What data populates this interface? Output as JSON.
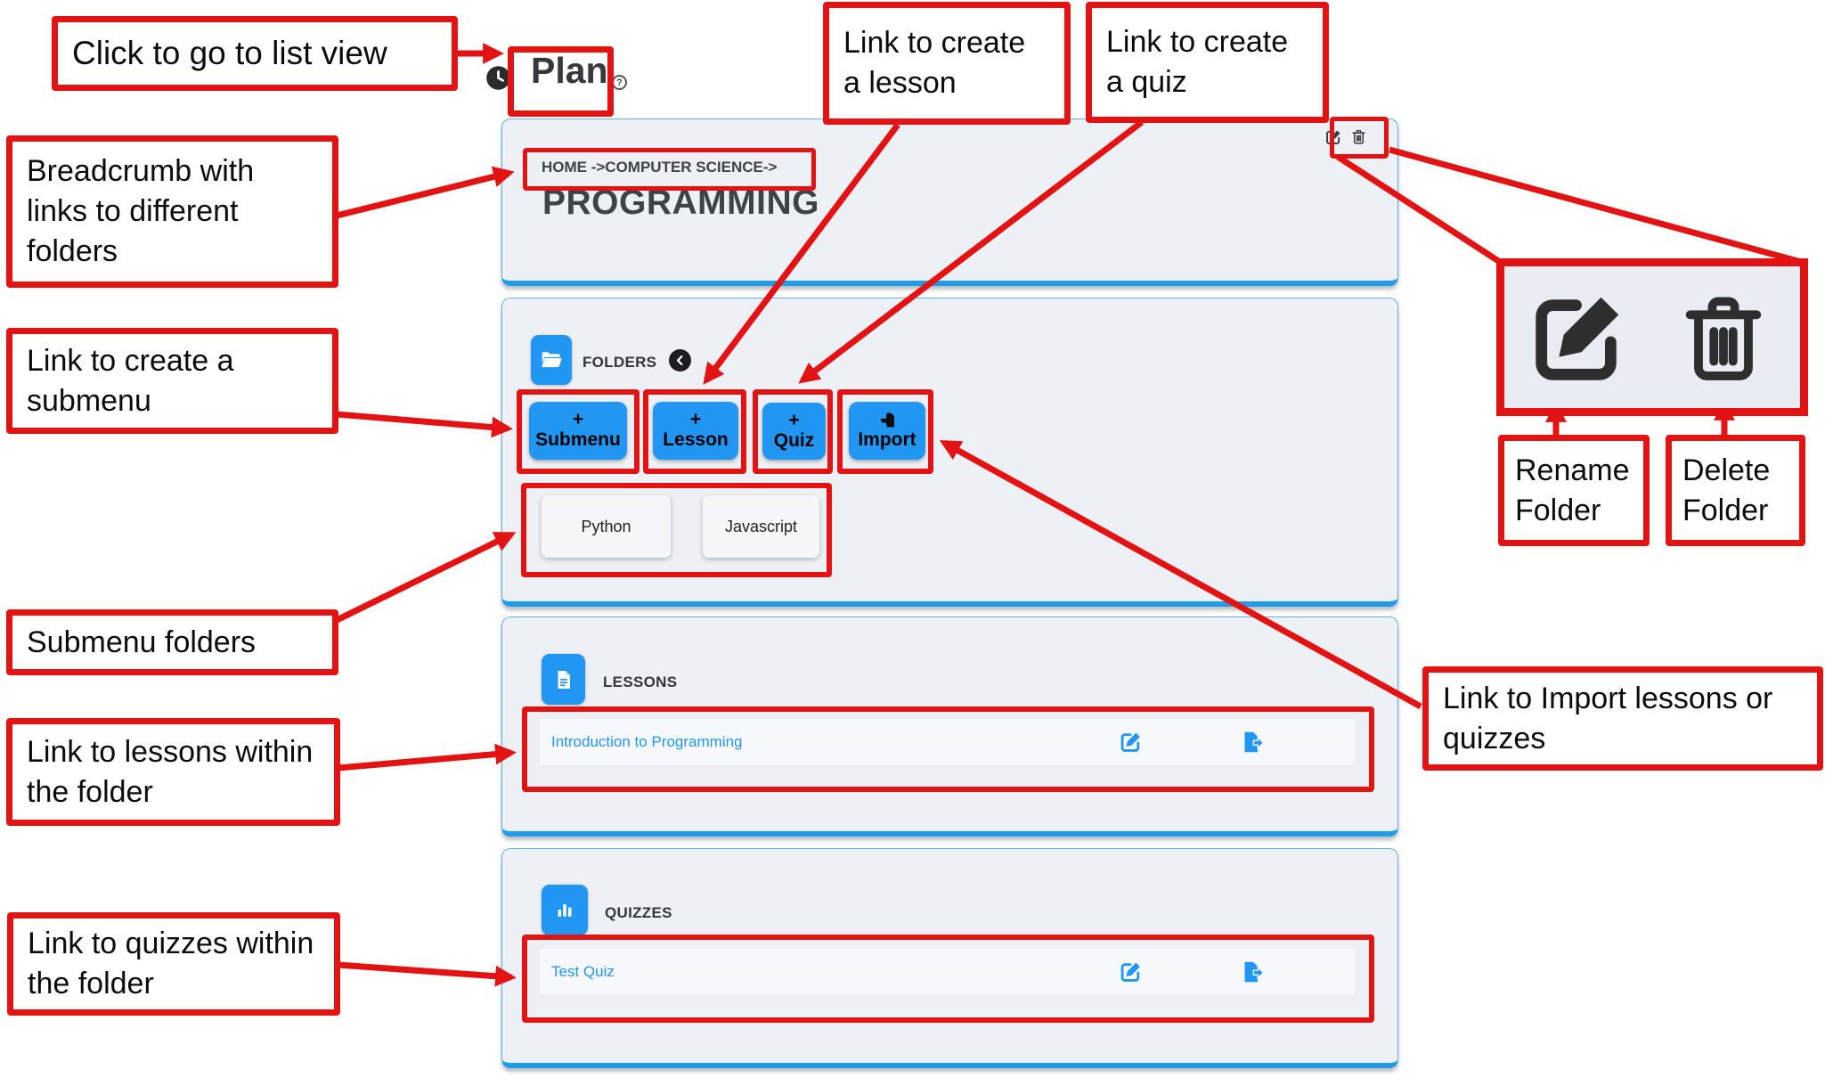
{
  "header": {
    "title": "Plan",
    "help_glyph": "?"
  },
  "folder_card": {
    "breadcrumb": "HOME ->COMPUTER SCIENCE->",
    "title": "PROGRAMMING"
  },
  "sections": {
    "folders": {
      "label": "FOLDERS",
      "buttons": [
        {
          "plus": "+",
          "label": "Submenu"
        },
        {
          "plus": "+",
          "label": "Lesson"
        },
        {
          "plus": "+",
          "label": "Quiz"
        },
        {
          "label": "Import"
        }
      ],
      "items": [
        "Python",
        "Javascript"
      ]
    },
    "lessons": {
      "label": "LESSONS",
      "items": [
        {
          "title": "Introduction to Programming"
        }
      ]
    },
    "quizzes": {
      "label": "QUIZZES",
      "items": [
        {
          "title": "Test Quiz"
        }
      ]
    }
  },
  "annotations": {
    "list_view": "Click to go to list view",
    "breadcrumb": "Breadcrumb with links to different folders",
    "create_submenu": "Link to create a submenu",
    "create_lesson": "Link to create a lesson",
    "create_quiz": "Link to create a quiz",
    "submenu_folders": "Submenu folders",
    "lessons": "Link to lessons within the folder",
    "quizzes": "Link to quizzes within the folder",
    "import": "Link to Import lessons or quizzes",
    "rename_folder": "Rename Folder",
    "delete_folder": "Delete Folder"
  },
  "icons": {
    "page": "clock-icon",
    "help": "help-icon",
    "folder_actions": [
      "edit-icon",
      "trash-icon"
    ],
    "folders_section": "folder-open-icon",
    "folders_back": "back-arrow-icon",
    "import_button": "file-import-icon",
    "lessons_section": "document-icon",
    "quizzes_section": "bar-chart-icon",
    "row_actions": [
      "edit-icon",
      "file-export-icon"
    ],
    "zoom_panel": [
      "edit-icon",
      "trash-icon"
    ]
  },
  "colors": {
    "accent_blue": "#2196f3",
    "annotation_red": "#e31313",
    "card_background": "#edf1f6",
    "link_blue": "#2196f3",
    "dark_text": "#3e4347"
  }
}
